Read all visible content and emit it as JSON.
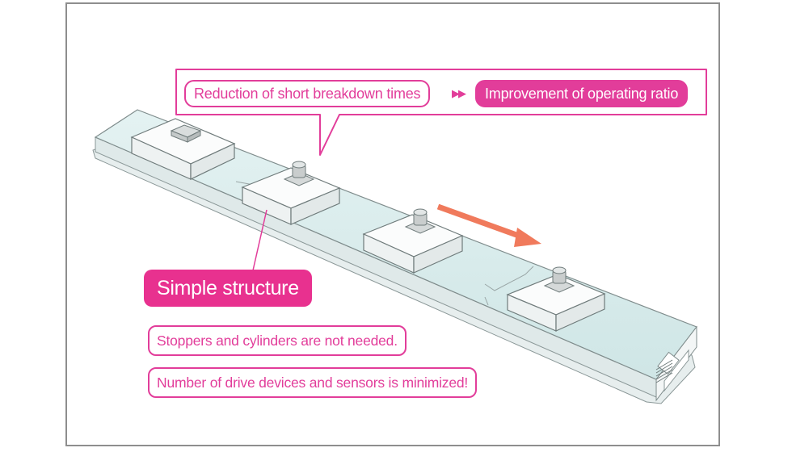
{
  "top_callout": {
    "cause": "Reduction of short breakdown times",
    "effect": "Improvement of operating ratio",
    "arrow_glyph": "▶▶"
  },
  "main_label": "Simple structure",
  "notes": [
    "Stoppers and cylinders are not needed.",
    "Number of drive devices and sensors is minimized!"
  ],
  "colors": {
    "accent": "#e8318f",
    "frame": "#8e8e8e",
    "conveyor_rail": "#d6ecec",
    "carrier": "#f6f8f8",
    "motion_arrow": "#f07a5c"
  },
  "illustration": {
    "subject": "linear conveyor rail with carriers",
    "carrier_count": 4,
    "motion_direction": "down-right"
  }
}
